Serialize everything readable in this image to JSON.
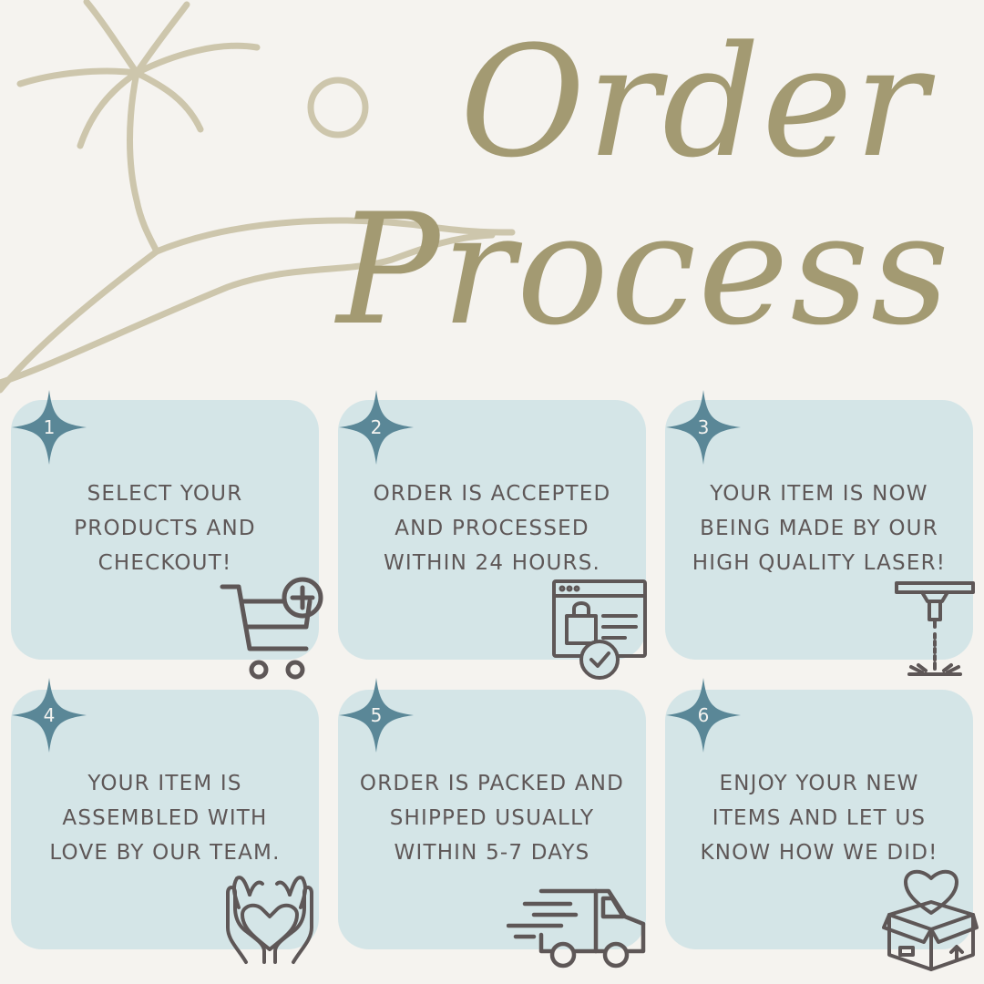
{
  "header": {
    "title_line1": "Order",
    "title_line2": "Process"
  },
  "colors": {
    "background": "#f5f3ef",
    "card": "#d4e5e7",
    "accent_teal": "#5a8797",
    "title_gold": "#a39a72",
    "text": "#5e5757",
    "sketch": "#cdc6ac"
  },
  "steps": [
    {
      "number": "1",
      "text": "SELECT YOUR\nPRODUCTS AND\nCHECKOUT!",
      "icon": "cart-add-icon"
    },
    {
      "number": "2",
      "text": "ORDER IS ACCEPTED\nAND PROCESSED\nWITHIN 24 HOURS.",
      "icon": "web-order-check-icon"
    },
    {
      "number": "3",
      "text": "YOUR ITEM IS NOW\nBEING MADE BY OUR\nHIGH QUALITY LASER!",
      "icon": "laser-icon"
    },
    {
      "number": "4",
      "text": "YOUR ITEM IS\nASSEMBLED WITH\nLOVE BY OUR TEAM.",
      "icon": "hands-heart-icon"
    },
    {
      "number": "5",
      "text": "ORDER IS PACKED AND\nSHIPPED  USUALLY\nWITHIN 5-7 DAYS",
      "icon": "delivery-van-icon"
    },
    {
      "number": "6",
      "text": "ENJOY YOUR NEW\nITEMS AND LET US\nKNOW HOW WE DID!",
      "icon": "heart-box-icon"
    }
  ]
}
